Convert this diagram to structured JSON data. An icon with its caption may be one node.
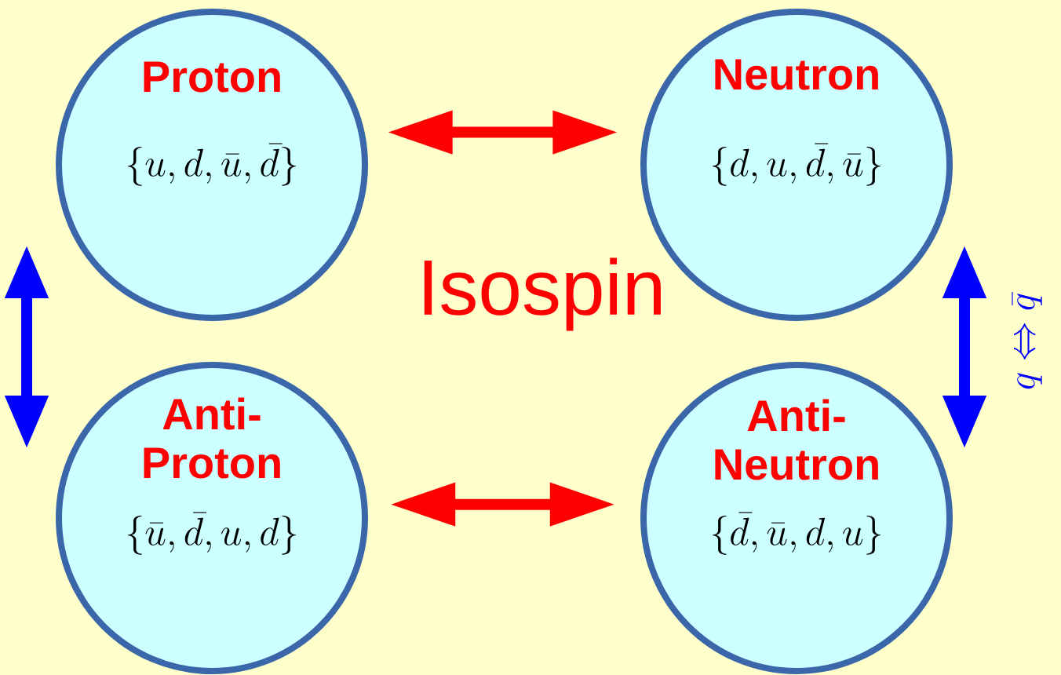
{
  "diagram": {
    "nodes": [
      {
        "text": [
          "Proton",
          "\\{u, d, \\bar{u}, \\bar{d}\\}"
        ]
      },
      {
        "text": [
          "Neutron",
          "\\{d, u, \\bar{d}, \\bar{u}\\}"
        ]
      },
      {
        "text": [
          "Anti- Proton",
          "\\{\\bar{u}, \\bar{d}, u, d\\}"
        ]
      },
      {
        "text": [
          "Anti- Neutron",
          "\\{\\bar{d}, \\bar{u}, d, u\\}"
        ]
      }
    ],
    "edges": [
      {
        "from": 0,
        "to": 1,
        "arrow": "both",
        "color": "#ff0000"
      },
      {
        "from": 2,
        "to": 3,
        "arrow": "both",
        "color": "#ff0000"
      },
      {
        "from": 0,
        "to": 2,
        "arrow": "both",
        "color": "#0000ff"
      },
      {
        "from": 1,
        "to": 3,
        "arrow": "both",
        "color": "#0000ff",
        "label": "q \\Leftrightarrow \\bar{q}"
      }
    ],
    "labels": [
      "Isospin"
    ]
  }
}
